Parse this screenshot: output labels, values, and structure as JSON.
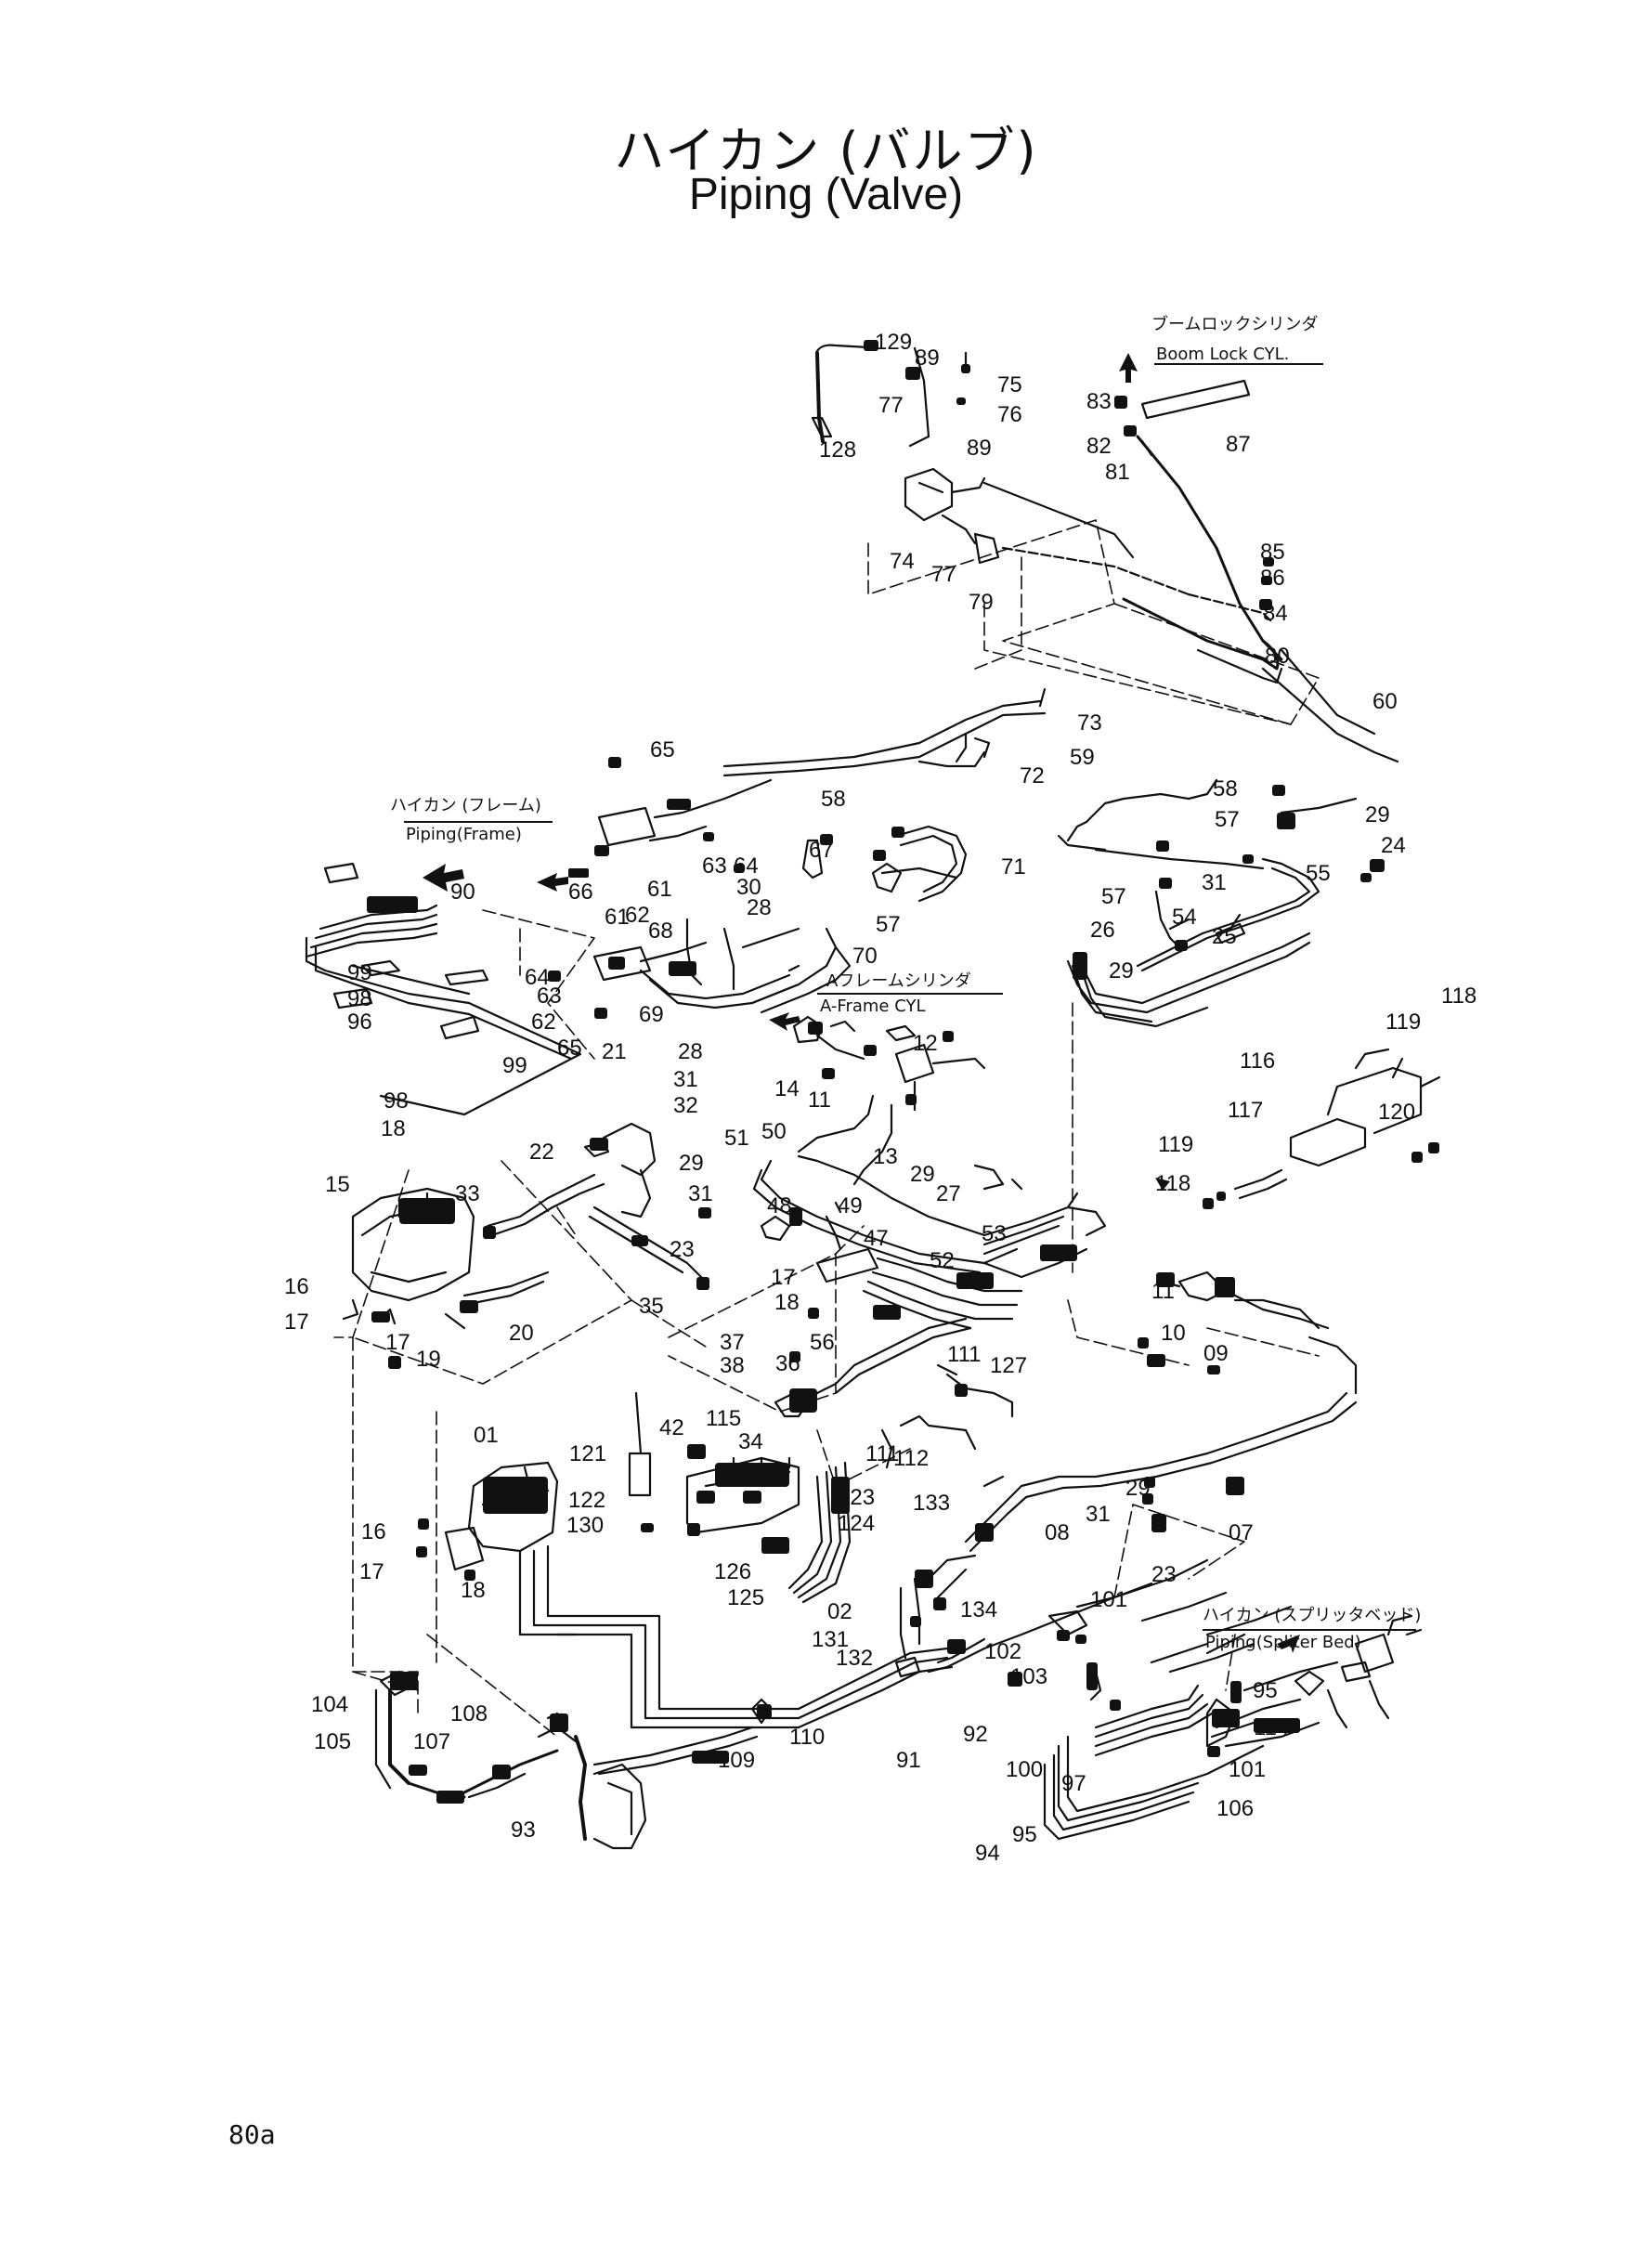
{
  "title_jp": "ハイカン (バルブ)",
  "title_en": "Piping (Valve)",
  "page_number": "80a",
  "captions": [
    {
      "id": "boom_lock",
      "jp": "ブームロックシリンダ",
      "en": "Boom Lock CYL."
    },
    {
      "id": "frame",
      "jp": "ハイカン (フレーム)",
      "en": "Piping(Frame)"
    },
    {
      "id": "aframe",
      "jp": "Aフレームシリンダ",
      "en": "A-Frame CYL"
    },
    {
      "id": "spliter",
      "jp": "ハイカン (スプリッタベッド)",
      "en": "Piping(Spliter Bed)"
    }
  ],
  "labels": [
    "129",
    "89",
    "75",
    "77",
    "76",
    "128",
    "89",
    "83",
    "82",
    "81",
    "87",
    "74",
    "77",
    "79",
    "85",
    "86",
    "84",
    "80",
    "73",
    "72",
    "65",
    "60",
    "59",
    "58",
    "57",
    "29",
    "24",
    "90",
    "66",
    "62",
    "61",
    "63",
    "64",
    "58",
    "30",
    "28",
    "67",
    "57",
    "71",
    "57",
    "31",
    "55",
    "25",
    "54",
    "26",
    "29",
    "61",
    "68",
    "70",
    "64",
    "63",
    "62",
    "65",
    "69",
    "28",
    "31",
    "32",
    "14",
    "11",
    "12",
    "118",
    "119",
    "116",
    "117",
    "120",
    "119",
    "118",
    "21",
    "22",
    "29",
    "31",
    "51",
    "50",
    "13",
    "29",
    "27",
    "15",
    "33",
    "23",
    "48",
    "49",
    "47",
    "53",
    "52",
    "16",
    "17",
    "19",
    "20",
    "35",
    "17",
    "18",
    "56",
    "11",
    "10",
    "09",
    "37",
    "38",
    "36",
    "111",
    "127",
    "01",
    "121",
    "115",
    "42",
    "34",
    "111",
    "112",
    "122",
    "130",
    "123",
    "124",
    "126",
    "125",
    "133",
    "29",
    "31",
    "08",
    "07",
    "23",
    "16",
    "17",
    "18",
    "02",
    "131",
    "132",
    "134",
    "101",
    "102",
    "103",
    "95",
    "114",
    "104",
    "108",
    "110",
    "105",
    "107",
    "109",
    "91",
    "92",
    "100",
    "101",
    "106",
    "93",
    "94",
    "95",
    "97",
    "99",
    "98",
    "96",
    "99",
    "98",
    "18",
    "17"
  ]
}
